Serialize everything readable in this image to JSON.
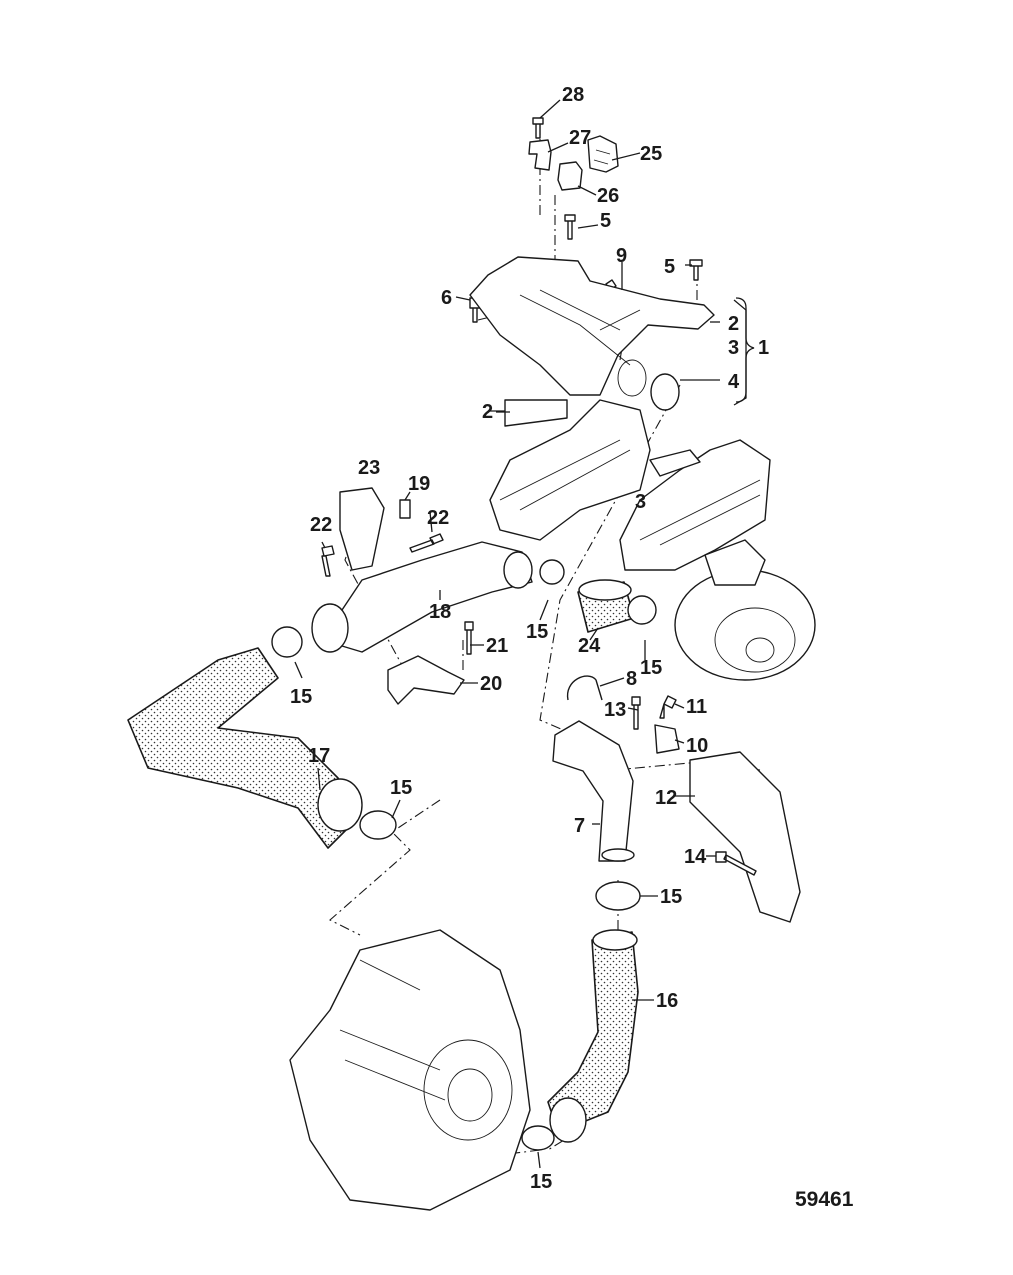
{
  "figure_number": "59461",
  "callouts": {
    "c28": "28",
    "c27": "27",
    "c25": "25",
    "c26": "26",
    "c5a": "5",
    "c9": "9",
    "c5b": "5",
    "c6": "6",
    "c2a": "2",
    "c3a": "3",
    "c1": "1",
    "c4": "4",
    "c2b": "2",
    "c3b": "3",
    "c23": "23",
    "c19": "19",
    "c22a": "22",
    "c22b": "22",
    "c18": "18",
    "c15a": "15",
    "c24": "24",
    "c15b": "15",
    "c21": "21",
    "c20": "20",
    "c15c": "15",
    "c8": "8",
    "c13": "13",
    "c11": "11",
    "c10": "10",
    "c17": "17",
    "c15d": "15",
    "c12": "12",
    "c7": "7",
    "c14": "14",
    "c15e": "15",
    "c16": "16",
    "c15f": "15"
  }
}
